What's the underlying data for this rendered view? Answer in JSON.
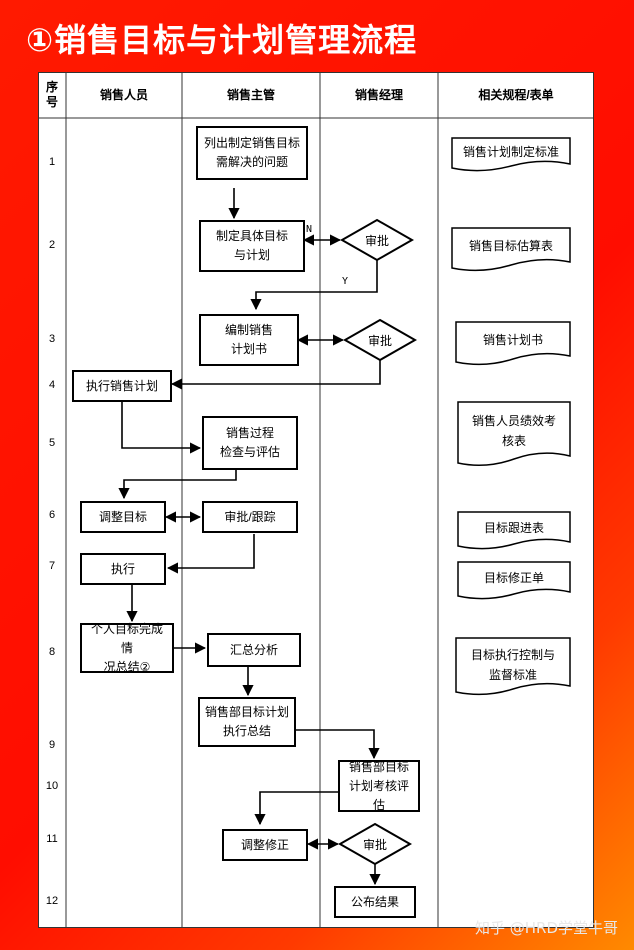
{
  "title": "①销售目标与计划管理流程",
  "headers": {
    "seq": "序\n号",
    "sales_staff": "销售人员",
    "sales_supervisor": "销售主管",
    "sales_manager": "销售经理",
    "related_forms": "相关规程/表单"
  },
  "row_numbers": [
    "1",
    "2",
    "3",
    "4",
    "5",
    "6",
    "7",
    "8",
    "9",
    "10",
    "11",
    "12"
  ],
  "process_nodes": {
    "list_problems": "列出制定销售目标\n需解决的问题",
    "make_plan": "制定具体目标\n与计划",
    "compile_plan": "编制销售\n计划书",
    "execute_plan": "执行销售计划",
    "check_evaluate": "销售过程\n检查与评估",
    "adjust_target": "调整目标",
    "approve_track": "审批/跟踪",
    "execute": "执行",
    "personal_summary": "个人目标完成情\n况总结②",
    "summary_analysis": "汇总分析",
    "dept_summary": "销售部目标计划\n执行总结",
    "dept_evaluation": "销售部目标\n计划考核评估",
    "adjust_correct": "调整修正",
    "publish_result": "公布结果"
  },
  "decisions": {
    "approve_1": "审批",
    "approve_2": "审批",
    "approve_3": "审批"
  },
  "flow_labels": {
    "no": "N",
    "yes": "Y"
  },
  "documents": {
    "sales_plan_standard": "销售计划制定标准",
    "target_estimate_table": "销售目标估算表",
    "sales_plan_book": "销售计划书",
    "performance_assessment": "销售人员绩效考\n核表",
    "target_tracking_table": "目标跟进表",
    "target_revision_form": "目标修正单",
    "control_standard": "目标执行控制与\n监督标准"
  },
  "watermark": "知乎 @HRD学堂牛哥"
}
